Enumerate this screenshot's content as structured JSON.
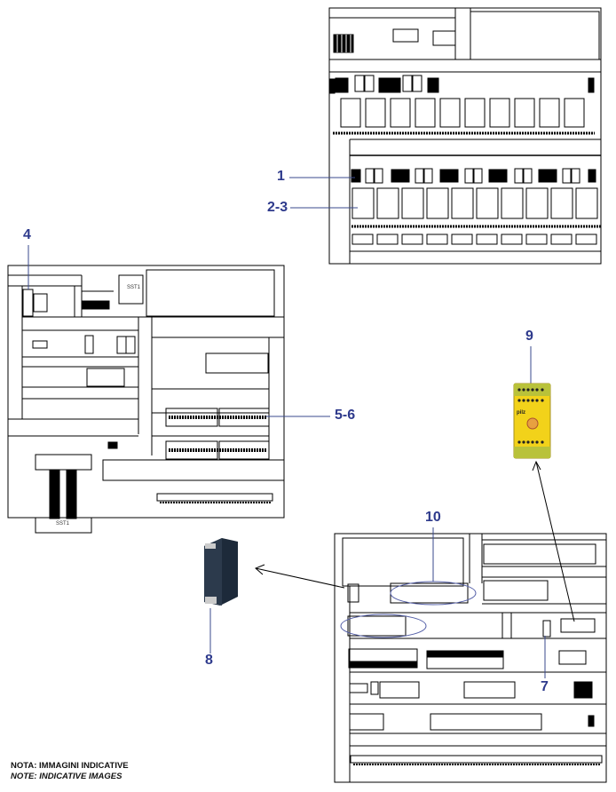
{
  "callouts": {
    "c1": "1",
    "c2_3": "2-3",
    "c4": "4",
    "c5_6": "5-6",
    "c7": "7",
    "c8": "8",
    "c9": "9",
    "c10": "10"
  },
  "labels": {
    "sst1_bottom": "SST1",
    "sst1_top": "SST1",
    "pilz": "pilz"
  },
  "notes": {
    "it": "NOTA: IMMAGINI INDICATIVE",
    "en": "NOTE: INDICATIVE IMAGES"
  },
  "colors": {
    "callout": "#2e3a8c",
    "line": "#000000",
    "relay_yellow": "#f2d21a",
    "relay_green": "#b9c23a",
    "module_dark": "#1d2a3a"
  }
}
